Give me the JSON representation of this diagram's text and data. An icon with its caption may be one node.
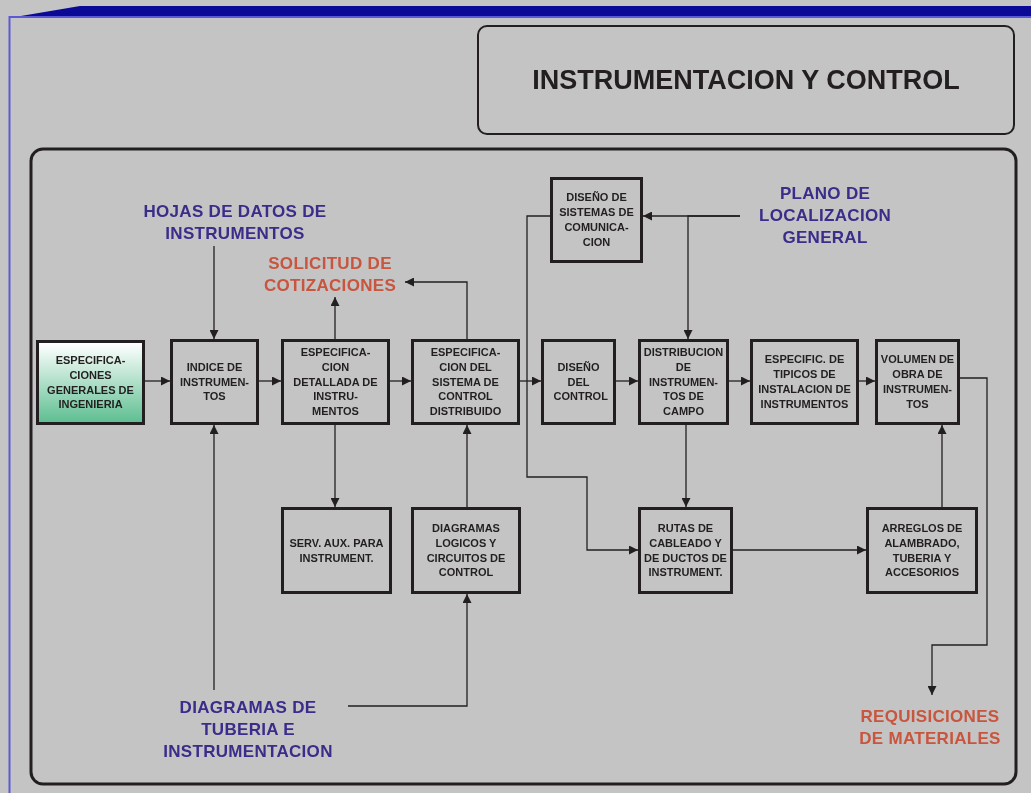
{
  "diagram": {
    "title": "INSTRUMENTACION Y CONTROL",
    "nodes": [
      {
        "text": [
          "HOJAS DE DATOS DE INSTRUMENTOS"
        ]
      },
      {
        "text": [
          "SOLICITUD DE COTIZACIONES"
        ]
      },
      {
        "text": [
          "DISEÑO DE SISTEMAS DE COMUNICA- CION"
        ]
      },
      {
        "text": [
          "PLANO DE LOCALIZACION GENERAL"
        ]
      },
      {
        "text": [
          "ESPECIFICA- CIONES GENERALES DE INGENIERIA"
        ]
      },
      {
        "text": [
          "INDICE DE INSTRUMEN- TOS"
        ]
      },
      {
        "text": [
          "ESPECIFICA- CION DETALLADA DE INSTRU- MENTOS"
        ]
      },
      {
        "text": [
          "ESPECIFICA- CION DEL SISTEMA DE CONTROL DISTRIBUIDO"
        ]
      },
      {
        "text": [
          "DISEÑO DEL CONTROL"
        ]
      },
      {
        "text": [
          "DISTRIBUCION DE INSTRUMEN- TOS DE CAMPO"
        ]
      },
      {
        "text": [
          "ESPECIFIC. DE TIPICOS DE INSTALACION DE INSTRUMENTOS"
        ]
      },
      {
        "text": [
          "VOLUMEN DE OBRA DE INSTRUMEN- TOS"
        ]
      },
      {
        "text": [
          "SERV. AUX. PARA INSTRUMENT."
        ]
      },
      {
        "text": [
          "DIAGRAMAS LOGICOS Y CIRCUITOS DE CONTROL"
        ]
      },
      {
        "text": [
          "RUTAS DE CABLEADO Y DE DUCTOS DE INSTRUMENT."
        ]
      },
      {
        "text": [
          "ARREGLOS DE ALAMBRADO, TUBERIA Y ACCESORIOS"
        ]
      },
      {
        "text": [
          "DIAGRAMAS DE TUBERIA E INSTRUMENTACION"
        ]
      },
      {
        "text": [
          "REQUISICIONES DE MATERIALES"
        ]
      }
    ],
    "edges": [
      {
        "from": 0,
        "to": 5,
        "arrow": "to"
      },
      {
        "from": 4,
        "to": 5,
        "arrow": "to"
      },
      {
        "from": 5,
        "to": 6,
        "arrow": "to"
      },
      {
        "from": 6,
        "to": 7,
        "arrow": "to"
      },
      {
        "from": 7,
        "to": 8,
        "arrow": "to"
      },
      {
        "from": 8,
        "to": 9,
        "arrow": "to"
      },
      {
        "from": 9,
        "to": 10,
        "arrow": "to"
      },
      {
        "from": 10,
        "to": 11,
        "arrow": "to"
      },
      {
        "from": 6,
        "to": 1,
        "arrow": "to"
      },
      {
        "from": 7,
        "to": 1,
        "arrow": "to"
      },
      {
        "from": 3,
        "to": 2,
        "arrow": "to"
      },
      {
        "from": 3,
        "to": 9,
        "arrow": "to"
      },
      {
        "from": 2,
        "to": 14,
        "arrow": "to"
      },
      {
        "from": 6,
        "to": 12,
        "arrow": "to"
      },
      {
        "from": 16,
        "to": 5,
        "arrow": "to"
      },
      {
        "from": 16,
        "to": 13,
        "arrow": "to"
      },
      {
        "from": 13,
        "to": 7,
        "arrow": "to"
      },
      {
        "from": 9,
        "to": 14,
        "arrow": "to"
      },
      {
        "from": 14,
        "to": 15,
        "arrow": "to"
      },
      {
        "from": 15,
        "to": 11,
        "arrow": "to"
      },
      {
        "from": 11,
        "to": 17,
        "arrow": "to"
      }
    ]
  }
}
